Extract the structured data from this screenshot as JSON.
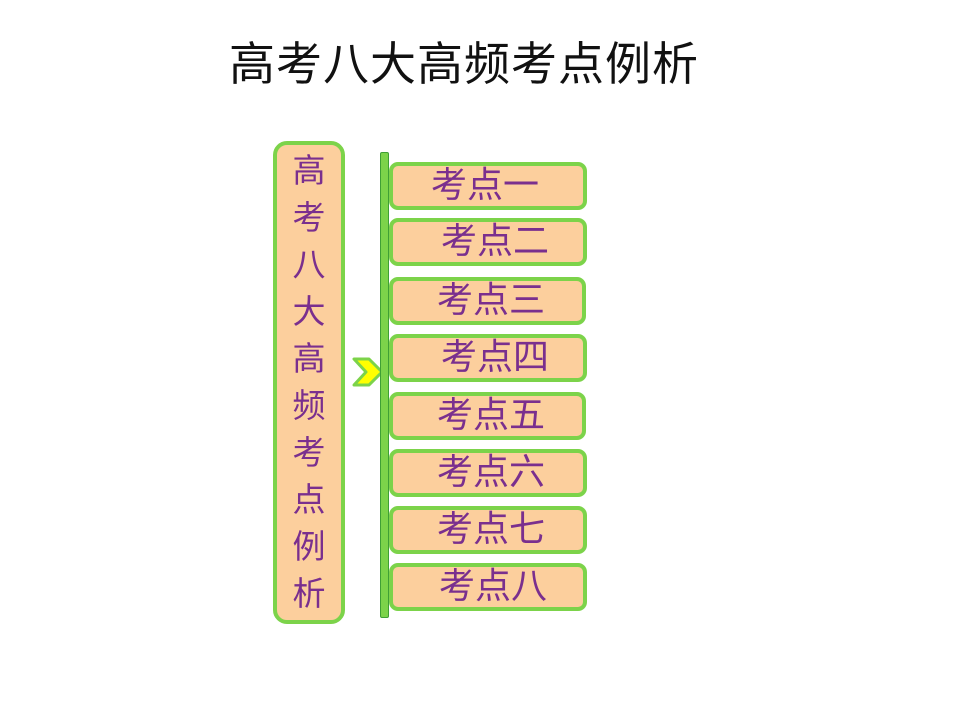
{
  "title": "高考八大高频考点例析",
  "side_label": [
    "高",
    "考",
    "八",
    "大",
    "高",
    "频",
    "考",
    "点",
    "例",
    "析"
  ],
  "items": [
    {
      "label": "考点一"
    },
    {
      "label": "考点二"
    },
    {
      "label": "考点三"
    },
    {
      "label": "考点四"
    },
    {
      "label": "考点五"
    },
    {
      "label": "考点六"
    },
    {
      "label": "考点七"
    },
    {
      "label": "考点八"
    }
  ],
  "colors": {
    "box_fill": "#fccf9d",
    "box_border": "#7cd34a",
    "text": "#7a2f8e",
    "arrow_fill": "#ffff00",
    "arrow_border": "#7cd34a"
  }
}
